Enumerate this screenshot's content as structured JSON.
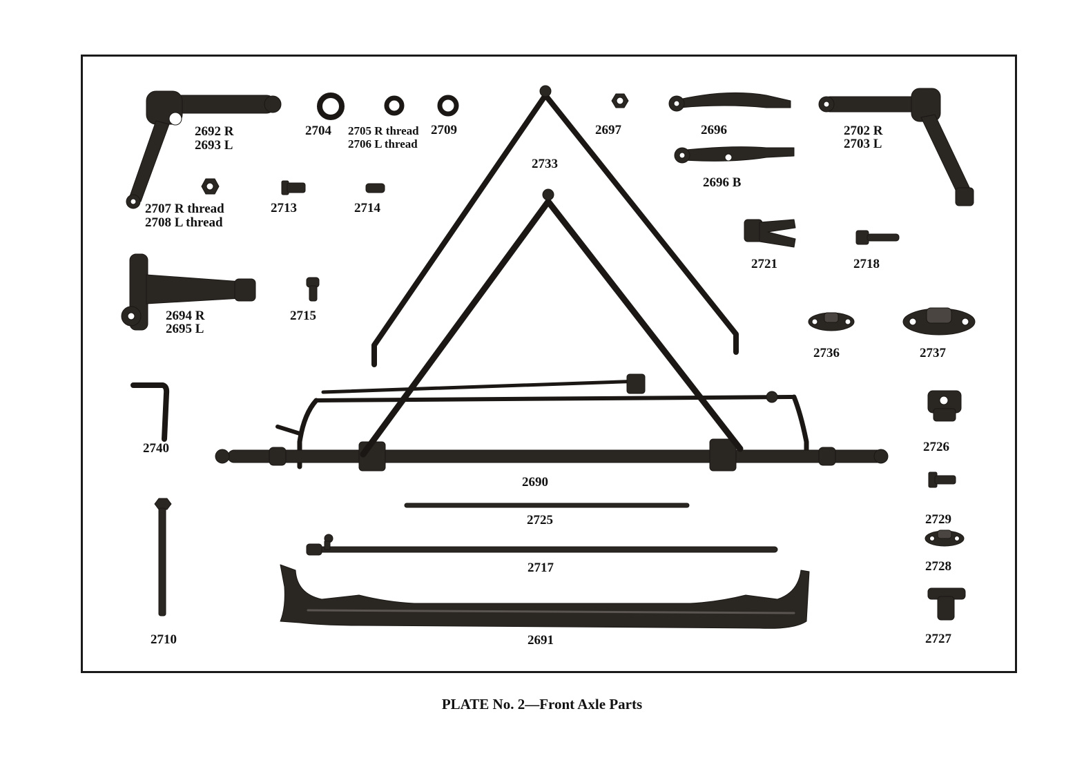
{
  "caption": "PLATE No. 2—Front Axle Parts",
  "labels": {
    "p2692": "2692 R",
    "p2693": "2693 L",
    "p2704": "2704",
    "p2705": "2705 R thread",
    "p2706": "2706 L thread",
    "p2709": "2709",
    "p2697": "2697",
    "p2696": "2696",
    "p2696b": "2696 B",
    "p2702": "2702 R",
    "p2703": "2703 L",
    "p2733": "2733",
    "p2707": "2707 R thread",
    "p2708": "2708 L thread",
    "p2713": "2713",
    "p2714": "2714",
    "p2721": "2721",
    "p2718": "2718",
    "p2694": "2694 R",
    "p2695": "2695 L",
    "p2715": "2715",
    "p2736": "2736",
    "p2737": "2737",
    "p2740": "2740",
    "p2726": "2726",
    "p2690": "2690",
    "p2729": "2729",
    "p2725": "2725",
    "p2728": "2728",
    "p2717": "2717",
    "p2710": "2710",
    "p2691": "2691",
    "p2727": "2727"
  }
}
